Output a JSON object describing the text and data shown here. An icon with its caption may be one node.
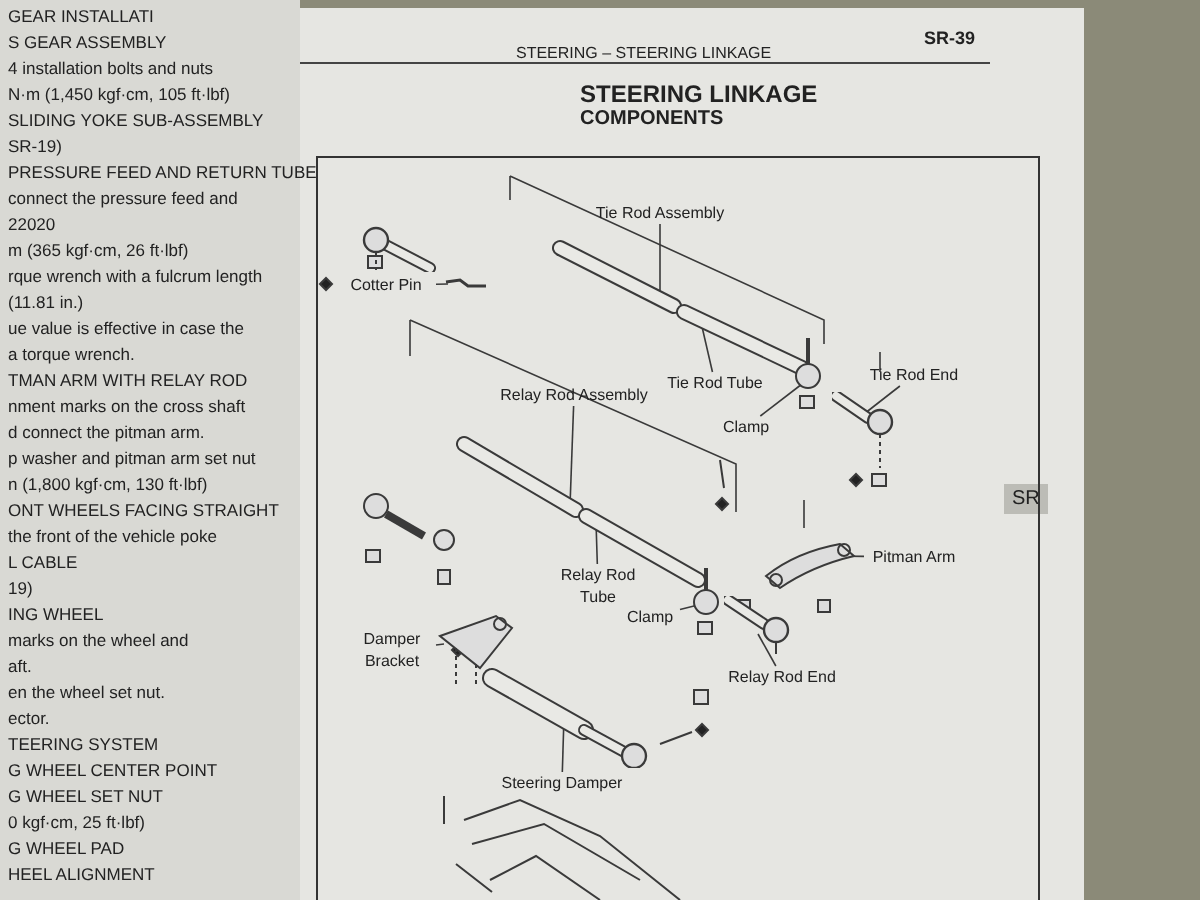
{
  "diagram": {
    "title": "STEERING LINKAGE",
    "nodes": [
      {
        "text": [
          "Tie Rod Assembly"
        ]
      },
      {
        "text": [
          "Cotter Pin"
        ]
      },
      {
        "text": [
          "Tie Rod Tube"
        ]
      },
      {
        "text": [
          "Tie Rod End"
        ]
      },
      {
        "text": [
          "Clamp"
        ]
      },
      {
        "text": [
          "Relay Rod Assembly"
        ]
      },
      {
        "text": [
          "Relay Rod Tube"
        ]
      },
      {
        "text": [
          "Pitman Arm"
        ]
      },
      {
        "text": [
          "Clamp"
        ]
      },
      {
        "text": [
          "Relay Rod End"
        ]
      },
      {
        "text": [
          "Damper Bracket"
        ]
      },
      {
        "text": [
          "Steering Damper"
        ]
      },
      {
        "text": [],
        "shape": "picture"
      },
      {
        "text": [],
        "shape": "picture"
      },
      {
        "text": [],
        "shape": "picture"
      },
      {
        "text": [],
        "shape": "picture"
      },
      {
        "text": [],
        "shape": "picture"
      },
      {
        "text": [],
        "shape": "picture"
      },
      {
        "text": [],
        "shape": "picture"
      },
      {
        "text": [],
        "shape": "picture"
      },
      {
        "text": [],
        "shape": "picture"
      },
      {
        "text": [],
        "shape": "picture"
      },
      {
        "text": [],
        "shape": "picture"
      }
    ],
    "edges": [
      {
        "from": 0,
        "to": 14,
        "arrow": "none"
      },
      {
        "from": 1,
        "to": 13,
        "arrow": "none"
      },
      {
        "from": 2,
        "to": 14,
        "arrow": "none"
      },
      {
        "from": 3,
        "to": 16,
        "arrow": "none"
      },
      {
        "from": 4,
        "to": 15,
        "arrow": "none"
      },
      {
        "from": 5,
        "to": 17,
        "arrow": "none"
      },
      {
        "from": 6,
        "to": 17,
        "arrow": "none"
      },
      {
        "from": 7,
        "to": 18,
        "arrow": "none"
      },
      {
        "from": 8,
        "to": 19,
        "arrow": "none"
      },
      {
        "from": 9,
        "to": 20,
        "arrow": "none"
      },
      {
        "from": 10,
        "to": 21,
        "arrow": "none"
      },
      {
        "from": 11,
        "to": 22,
        "arrow": "none"
      }
    ],
    "labels": [
      "GEAR INSTALLATI",
      "S GEAR ASSEMBLY",
      "4 installation bolts and nuts",
      "N·m (1,450 kgf·cm, 105 ft·lbf)",
      "SLIDING YOKE SUB-ASSEMBLY",
      "SR-19)",
      "PRESSURE FEED AND RETURN TUBE",
      "connect the pressure feed and",
      "22020",
      "m (365 kgf·cm, 26 ft·lbf)",
      "rque wrench with a fulcrum length",
      "(11.81 in.)",
      "ue value is effective in case the",
      "a torque wrench.",
      "TMAN ARM WITH RELAY ROD",
      "nment marks on the cross shaft",
      "d connect the pitman arm.",
      "p washer and pitman arm set nut",
      "n (1,800 kgf·cm, 130 ft·lbf)",
      "ONT WHEELS FACING STRAIGHT",
      "the front of the vehicle poke",
      "L CABLE",
      "19)",
      "ING WHEEL",
      "marks on the wheel and",
      "aft.",
      "en the wheel set nut.",
      "ector.",
      "TEERING SYSTEM",
      "G WHEEL CENTER POINT",
      "G WHEEL SET NUT",
      "0 kgf·cm, 25 ft·lbf)",
      "G WHEEL PAD",
      "HEEL ALIGNMENT",
      "STEERING – STEERING LINKAGE",
      "SR-39",
      "COMPONENTS",
      "SR"
    ]
  }
}
